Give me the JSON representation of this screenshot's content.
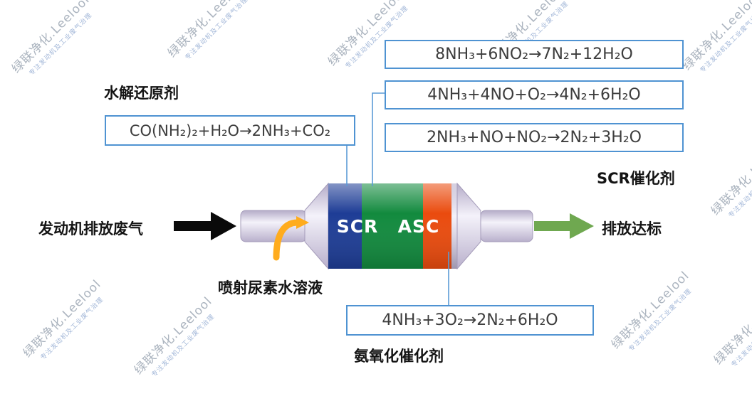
{
  "watermark": {
    "line1": "绿联净化.Leelool",
    "line2": "专注发动机及工业废气治理"
  },
  "diagram": {
    "hydrolysis_label": "水解还原剂",
    "hydrolysis_eq": "CO(NH₂)₂+H₂O→2NH₃+CO₂",
    "eq_no2": "8NH₃+6NO₂→7N₂+12H₂O",
    "eq_standard": "4NH₃+4NO+O₂→4N₂+6H₂O",
    "eq_fast": "2NH₃+NO+NO₂→2N₂+3H₂O",
    "eq_asc": "4NH₃+3O₂→2N₂+6H₂O",
    "scr_catalyst_label": "SCR催化剂",
    "engine_exhaust_label": "发动机排放废气",
    "emission_label": "排放达标",
    "urea_label": "喷射尿素水溶液",
    "asc_label": "氨氧化催化剂",
    "scr_band_label": "SCR",
    "asc_band_label": "ASC"
  },
  "colors": {
    "box_border": "#4f93d2",
    "connector_blue": "#5b9bd5",
    "scr_blue": "#1e3d96",
    "catalyst_green": "#128a3e",
    "asc_orange": "#ea4b0e",
    "exhaust_black": "#0a0a0a",
    "clean_green": "#6fa850",
    "urea_yellow": "#ffac1e"
  }
}
